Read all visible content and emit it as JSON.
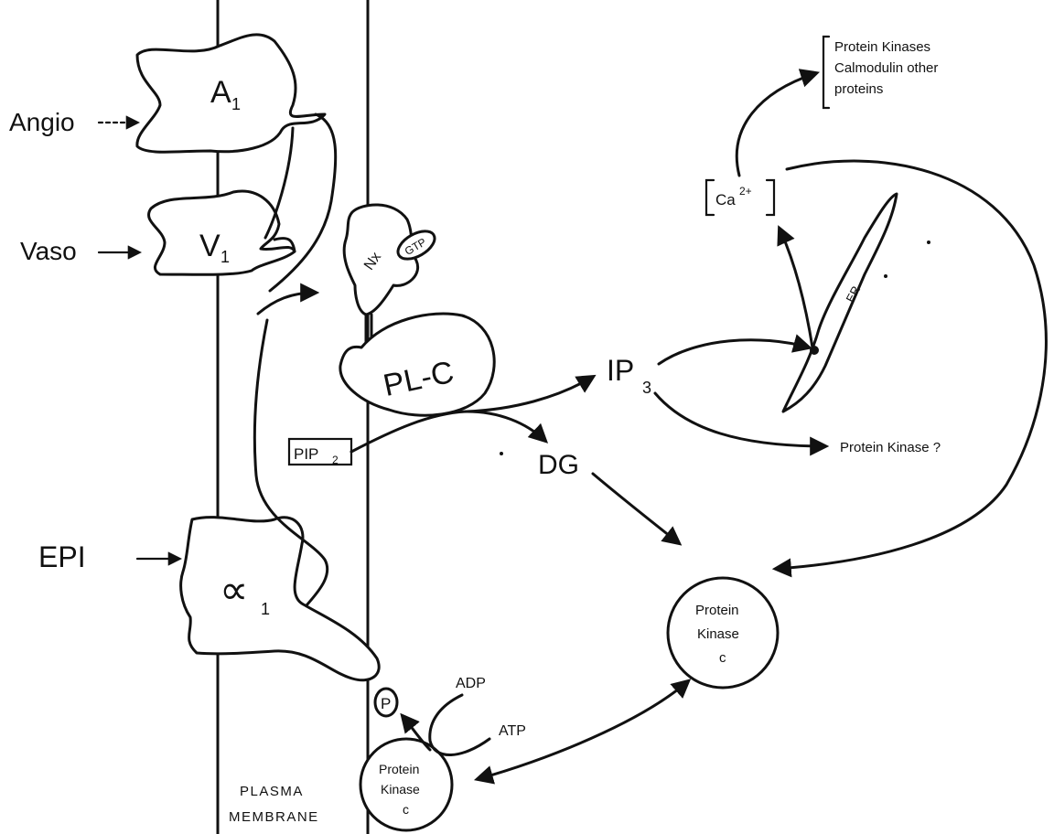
{
  "labels": {
    "angio": "Angio",
    "vaso": "Vaso",
    "epi": "EPI",
    "a1_letter": "A",
    "a1_sub": "1",
    "v1_letter": "V",
    "v1_sub": "1",
    "alpha1_letter": "∝",
    "alpha1_sub": "1",
    "nk": "Nx",
    "gtp": "GTP",
    "plc": "PL-C",
    "pip2_main": "PIP",
    "pip2_sub": "2",
    "ip3_main": "IP",
    "ip3_sub": "3",
    "dg": "DG",
    "ca_main": "Ca",
    "ca_sup": "2+",
    "er": "ER",
    "targets_line1": "Protein Kinases",
    "targets_line2": "Calmodulin other",
    "targets_line3": "proteins",
    "pk_question": "Protein Kinase ?",
    "pkc_right_line1": "Protein",
    "pkc_right_line2": "Kinase",
    "pkc_right_line3": "c",
    "pkc_bottom_line1": "Protein",
    "pkc_bottom_line2": "Kinase",
    "pkc_bottom_line3": "c",
    "adp": "ADP",
    "atp": "ATP",
    "p": "P",
    "membrane_line1": "PLASMA",
    "membrane_line2": "MEMBRANE"
  }
}
